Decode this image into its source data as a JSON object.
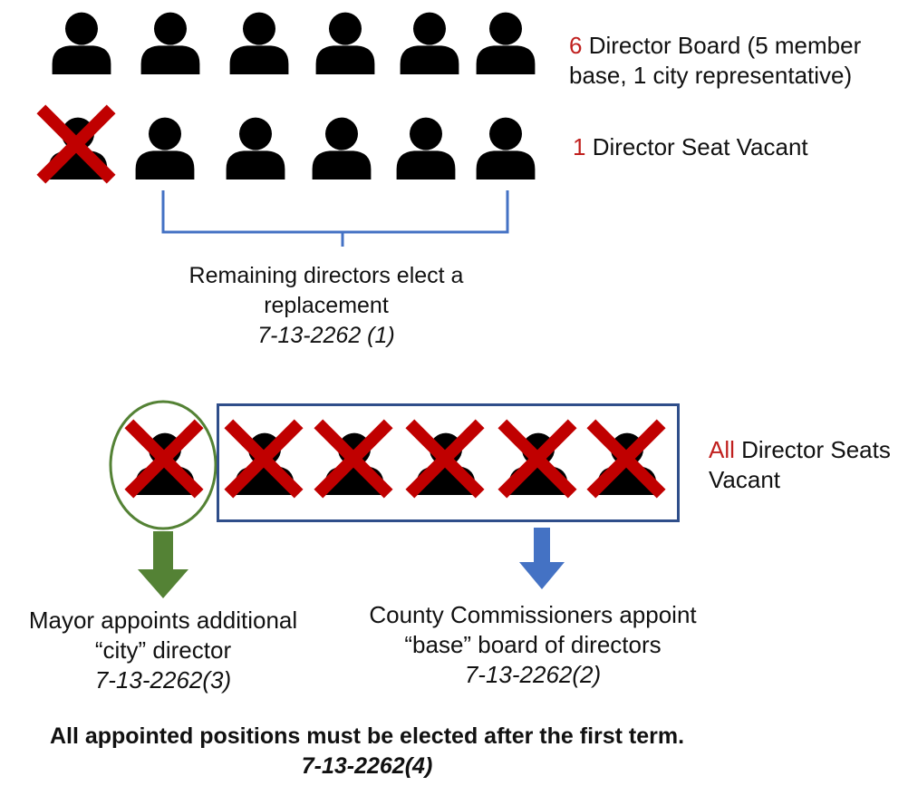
{
  "rows": {
    "full_board": {
      "count_number": "6",
      "text_line1": " Director Board (5 member",
      "text_line2": "base, 1 city representative)"
    },
    "one_vacant": {
      "count_number": "1",
      "text": " Director Seat Vacant",
      "caption_line1": "Remaining directors elect a",
      "caption_line2": "replacement",
      "citation": "7-13-2262 (1)"
    },
    "all_vacant": {
      "count_word": "All",
      "text_line1": " Director Seats",
      "text_line2": "Vacant"
    }
  },
  "mayor_box": {
    "line1": "Mayor appoints additional",
    "line2": "“city” director",
    "citation": "7-13-2262(3)"
  },
  "county_box": {
    "line1": "County Commissioners appoint",
    "line2": "“base” board of directors",
    "citation": "7-13-2262(2)"
  },
  "footer": {
    "line1": "All appointed positions must be elected after the first term.",
    "citation": "7-13-2262(4)"
  },
  "colors": {
    "accent_red": "#c0201e",
    "cross_red": "#c00000",
    "bracket_blue": "#4472c4",
    "box_navy": "#2f4e8a",
    "circle_green": "#548235",
    "arrow_green": "#548235",
    "arrow_blue": "#4472c4"
  }
}
